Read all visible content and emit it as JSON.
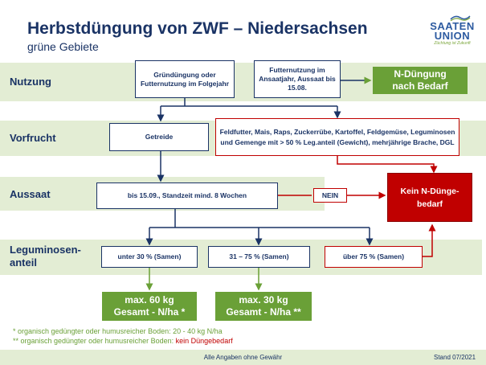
{
  "header": {
    "title": "Herbstdüngung von ZWF – Niedersachsen",
    "subtitle": "grüne Gebiete",
    "logo": {
      "line1": "SAATEN",
      "line2": "UNION",
      "tagline": "Züchtung ist Zukunft"
    }
  },
  "rows": {
    "nutzung": "Nutzung",
    "vorfrucht": "Vorfrucht",
    "aussaat": "Aussaat",
    "leguminosen": "Leguminosen-\nanteil"
  },
  "boxes": {
    "gruendungung": "Gründüngung oder Futternutzung im Folgejahr",
    "futternutzung": "Futternutzung im Ansaatjahr, Aussaat bis 15.08.",
    "n_duengung": "N-Düngung nach Bedarf",
    "getreide": "Getreide",
    "feldfutter": "Feldfutter, Mais, Raps, Zuckerrübe, Kartoffel, Feldgemüse, Leguminosen und Gemenge mit > 50 % Leg.anteil (Gewicht), mehrjährige Brache, DGL",
    "aussaat_box": "bis 15.09., Standzeit mind. 8 Wochen",
    "nein": "NEIN",
    "kein_bedarf": "Kein N-Dünge-bedarf",
    "unter30": "unter 30 % (Samen)",
    "range31_75": "31 – 75 % (Samen)",
    "ueber75": "über 75 % (Samen)",
    "max60": "max. 60 kg\nGesamt - N/ha *",
    "max30": "max. 30 kg\nGesamt - N/ha **"
  },
  "notes": {
    "note1": "* organisch gedüngter oder humusreicher Boden: 20 - 40 kg N/ha",
    "note2_prefix": "** organisch gedüngter oder humusreicher Boden: ",
    "note2_red": "kein Düngebedarf"
  },
  "footer": {
    "center": "Alle Angaben ohne Gewähr",
    "right": "Stand 07/2021"
  },
  "colors": {
    "navy": "#1a3365",
    "green": "#6aa037",
    "band": "#e3edd4",
    "red": "#c00000"
  }
}
